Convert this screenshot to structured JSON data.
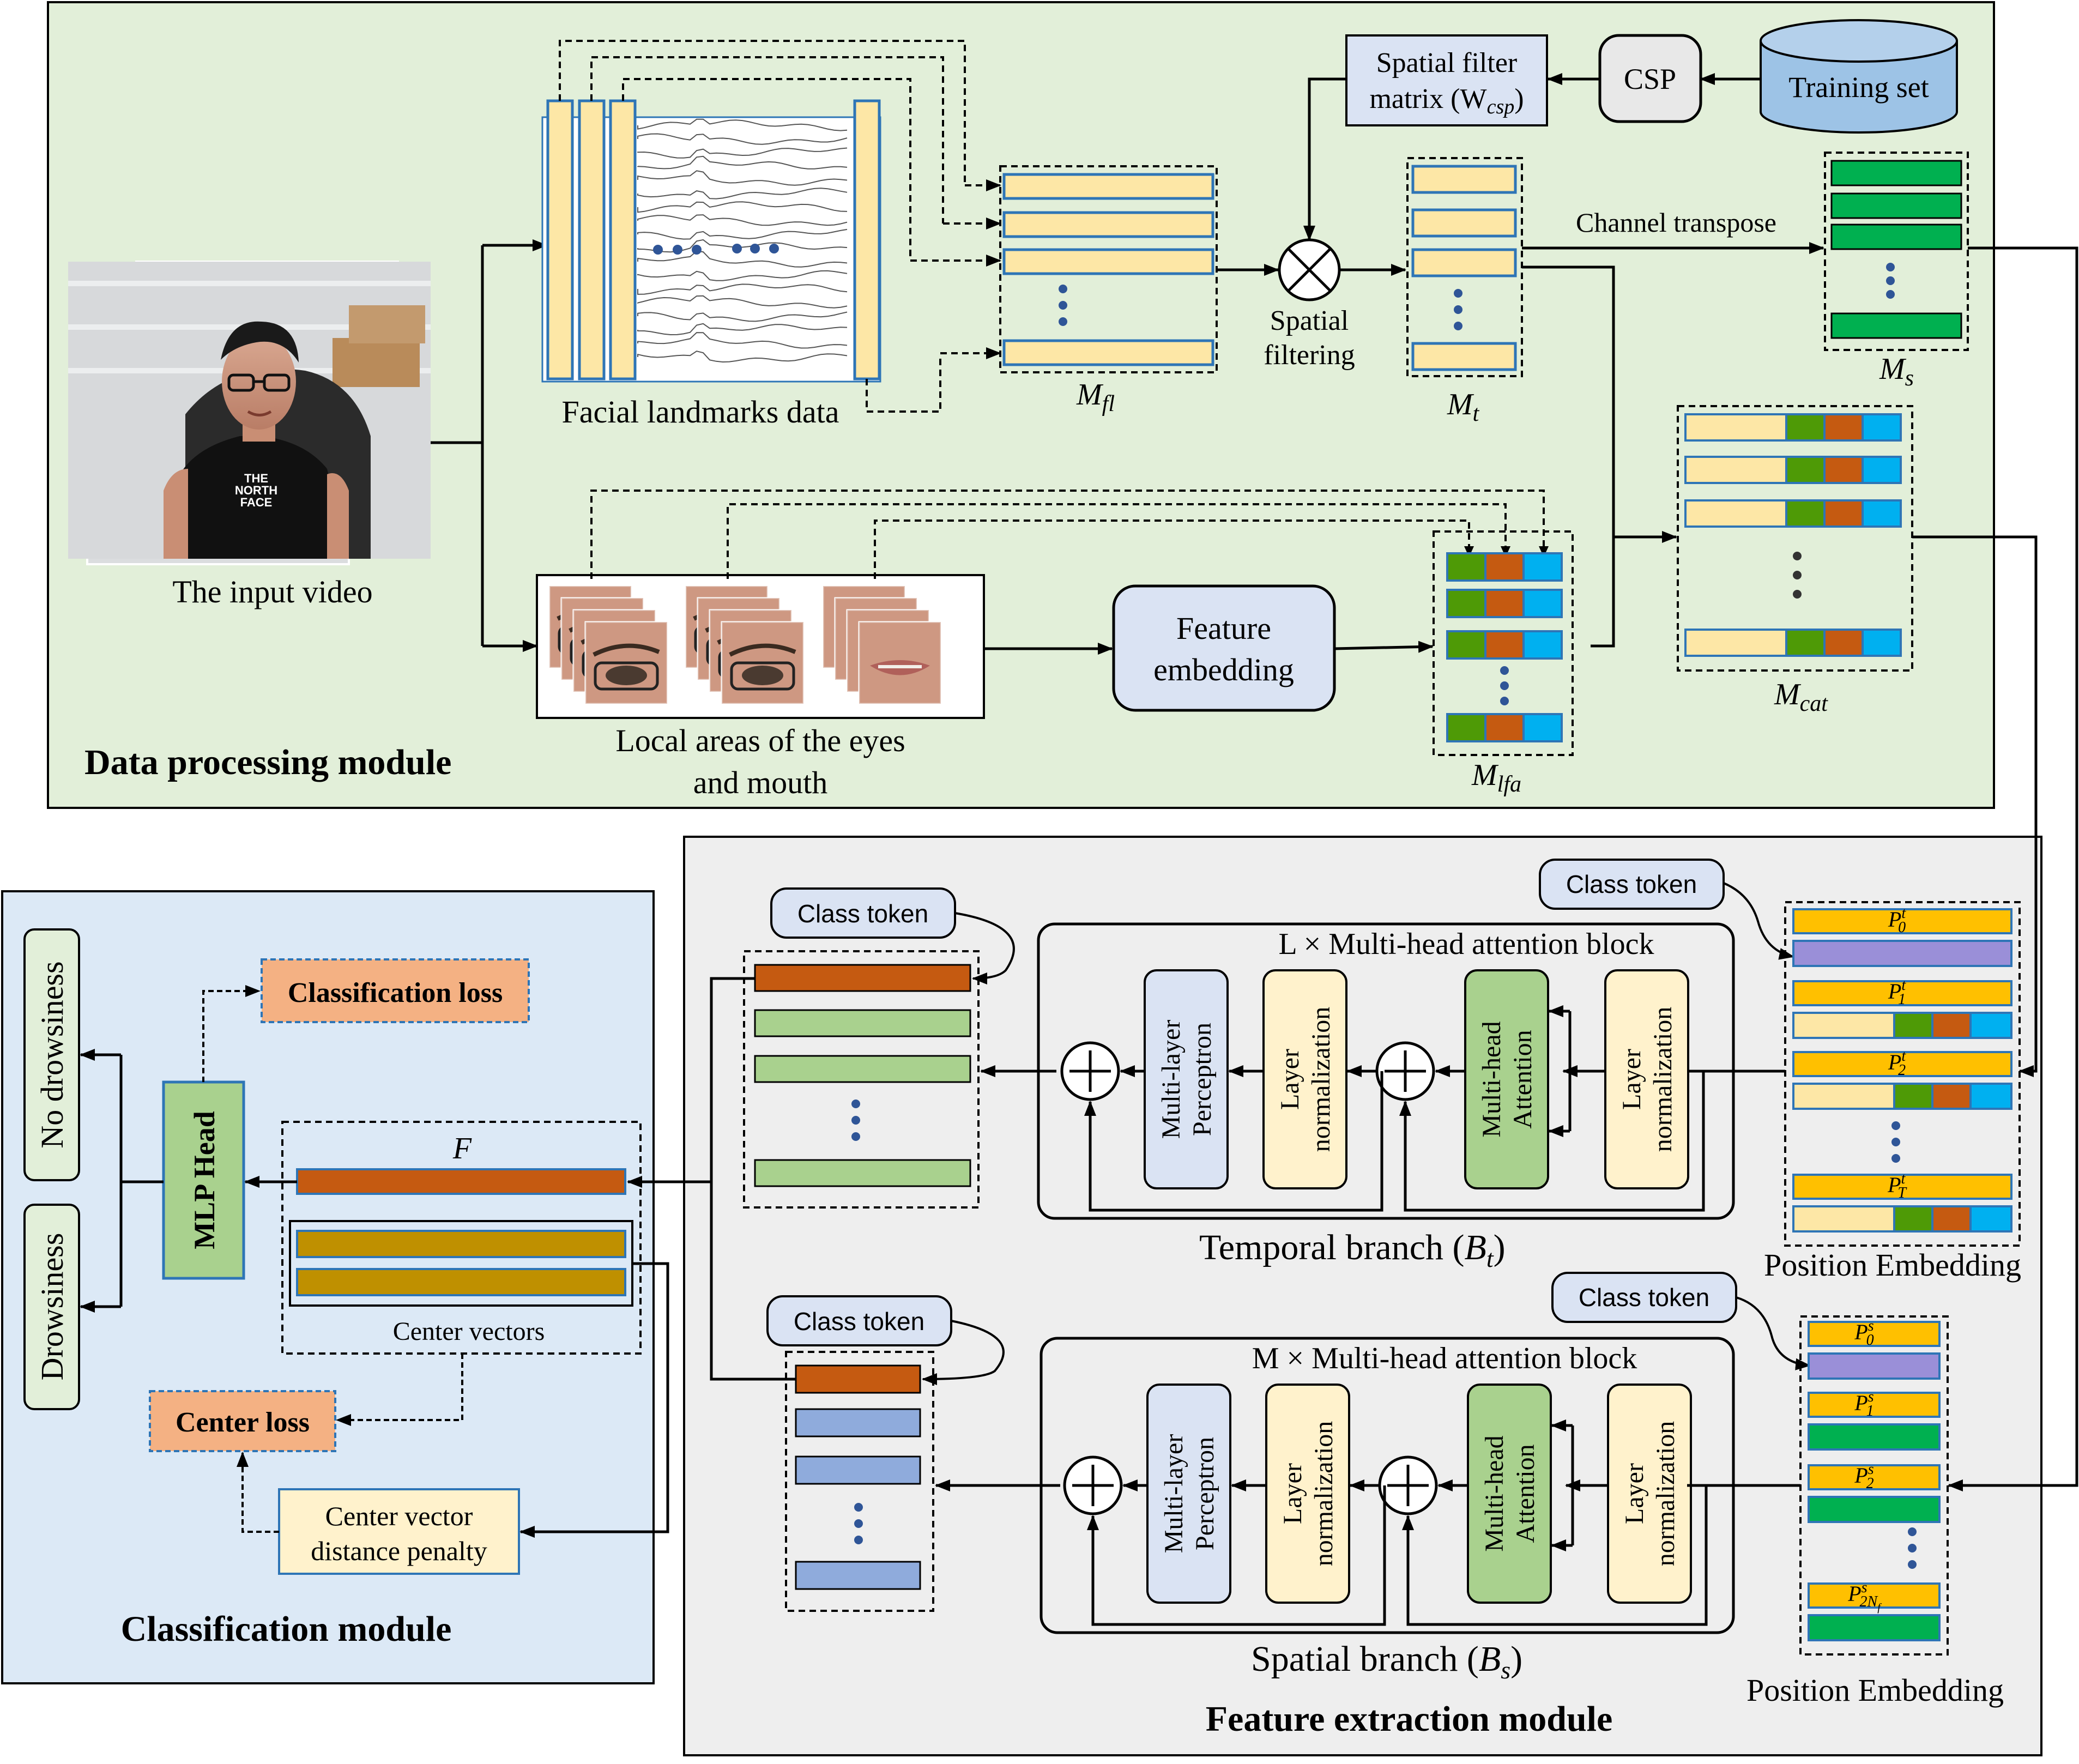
{
  "colors": {
    "data_panel_bg": "#e2efd9",
    "feature_panel_bg": "#eeeeee",
    "class_panel_bg": "#dce9f6",
    "yellow": "#fde7a6",
    "green": "#00b050",
    "olive": "#4e9a06",
    "orange": "#c55a11",
    "cyan": "#00b0f0",
    "purple": "#9a8fd8",
    "light_green": "#a9d18e",
    "blue_bar": "#8fabdc",
    "gold": "#ffc000",
    "brown_gold": "#bf9000",
    "salmon": "#f4b183",
    "cylinder": "#9dc3e6",
    "attention_green": "#a9d18e",
    "lavender": "#dae3f3",
    "cream": "#fff2cc"
  },
  "data_module": {
    "title": "Data processing module",
    "input_video_label": "The input video",
    "facial_landmarks_label": "Facial landmarks data",
    "matrix_mfl": "M",
    "matrix_mfl_sub": "fl",
    "spatial_filter_box": [
      "Spatial filter",
      "matrix (W"
    ],
    "spatial_filter_sub": "csp",
    "spatial_filter_close": ")",
    "csp_label": "CSP",
    "training_set_label": "Training set",
    "spatial_filtering_label": [
      "Spatial",
      "filtering"
    ],
    "matrix_mt": "M",
    "matrix_mt_sub": "t",
    "channel_transpose_label": "Channel transpose",
    "matrix_ms": "M",
    "matrix_ms_sub": "s",
    "matrix_mcat": "M",
    "matrix_mcat_sub": "cat",
    "local_areas_label": [
      "Local areas of the eyes",
      "and mouth"
    ],
    "feature_embedding_label": [
      "Feature",
      "embedding"
    ],
    "matrix_mlfa": "M",
    "matrix_mlfa_sub": "lfa",
    "person_shirt_text": [
      "THE",
      "NORTH",
      "FACE"
    ]
  },
  "feature_module": {
    "title": "Feature extraction module",
    "temporal": {
      "block_title": "L ×  Multi-head attention block",
      "branch_label": "Temporal branch (",
      "branch_var": "B",
      "branch_sub": "t",
      "branch_close": ")",
      "class_token_left": "Class token",
      "class_token_right": "Class token",
      "position_embedding": "Position Embedding",
      "p_labels": [
        "0",
        "1",
        "2",
        "T"
      ],
      "p_sup": "t"
    },
    "spatial": {
      "block_title": "M ×  Multi-head attention block",
      "branch_label": "Spatial branch (",
      "branch_var": "B",
      "branch_sub": "s",
      "branch_close": ")",
      "class_token_left": "Class token",
      "class_token_right": "Class token",
      "position_embedding": "Position Embedding",
      "p_labels": [
        "0",
        "1",
        "2",
        "2N"
      ],
      "p_last_sub2": "f",
      "p_sup": "s"
    },
    "mlp_label": [
      "Multi-layer",
      "Perceptron"
    ],
    "layer_norm_label": [
      "Layer",
      "normalization"
    ],
    "mha_label": [
      "Multi-head",
      "Attention"
    ],
    "p_letter": "P"
  },
  "class_module": {
    "title": "Classification module",
    "classification_loss": "Classification loss",
    "center_loss": "Center loss",
    "mlp_head": "MLP  Head",
    "no_drowsiness": "No drowsiness",
    "drowsiness": "Drowsiness",
    "f_label": "F",
    "center_vectors": "Center vectors",
    "penalty_label": [
      "Center vector",
      "distance penalty"
    ]
  }
}
